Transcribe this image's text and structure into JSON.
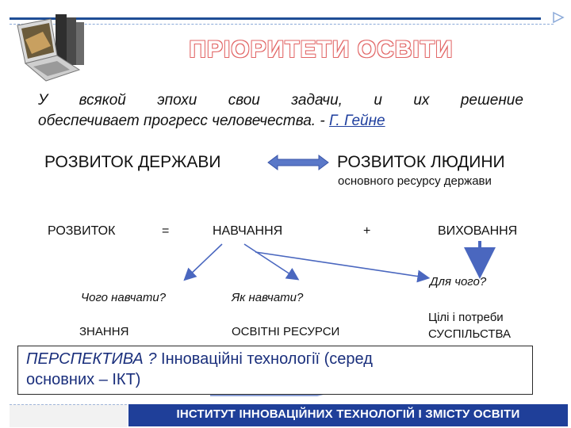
{
  "title": "ПРІОРИТЕТИ ОСВІТИ",
  "quote": {
    "line1_words": [
      "У",
      "всякой",
      "эпохи",
      "свои",
      "задачи,",
      "и",
      "их",
      "решение"
    ],
    "line2": "обеспечивает прогресс человечества. - ",
    "author": "Г. Гейне"
  },
  "row1": {
    "left": "РОЗВИТОК ДЕРЖАВИ",
    "right": "РОЗВИТОК ЛЮДИНИ",
    "sub": "основного ресурсу держави"
  },
  "formula": {
    "term": "РОЗВИТОК",
    "equals": "=",
    "learning": "НАВЧАННЯ",
    "plus": "+",
    "upbringing": "ВИХОВАННЯ"
  },
  "questions": {
    "what": "Чого навчати?",
    "how": "Як навчати?",
    "why": "Для чого?"
  },
  "answers": {
    "knowledge": "ЗНАННЯ",
    "resources": "ОСВІТНІ РЕСУРСИ",
    "goals_line1": "Цілі і потреби",
    "goals_line2": "СУСПІЛЬСТВА"
  },
  "perspective": {
    "lead": "ПЕРСПЕКТИВА ? ",
    "text_line1": "Інноваційні технології  (серед",
    "text_line2": "основних – ІКТ)"
  },
  "footer": "ІНСТИТУТ ІННОВАЦІЙНИХ ТЕХНОЛОГІЙ І ЗМІСТУ ОСВІТИ",
  "colors": {
    "accent_blue": "#1f3f99",
    "arrow_blue": "#5a78c8",
    "title_red": "#e26b6b"
  },
  "icons": [
    "laptop-books-icon",
    "double-arrow-icon"
  ]
}
